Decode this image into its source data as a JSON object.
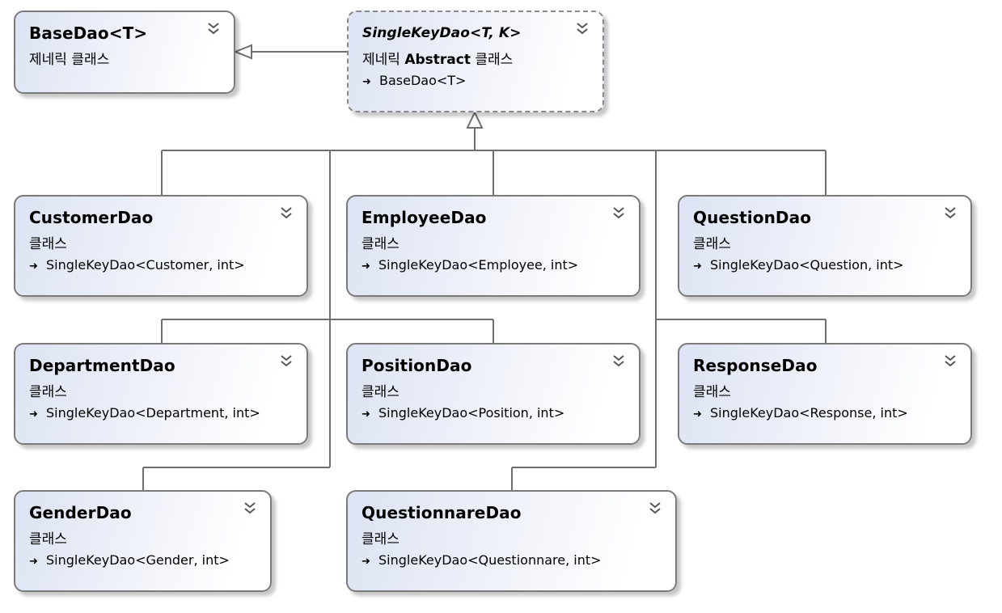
{
  "diagram": {
    "arrow_glyph": "➜",
    "nodes": [
      {
        "id": "basedao",
        "title": "BaseDao<T>",
        "kind": "제네릭 클래스",
        "base": ""
      },
      {
        "id": "singlekeydao",
        "title": "SingleKeyDao<T, K>",
        "kind_prefix": "제네릭",
        "kind_bold": "Abstract",
        "kind_suffix": "클래스",
        "base": "BaseDao<T>"
      },
      {
        "id": "customerdao",
        "title": "CustomerDao",
        "kind": "클래스",
        "base": "SingleKeyDao<Customer, int>"
      },
      {
        "id": "employeedao",
        "title": "EmployeeDao",
        "kind": "클래스",
        "base": "SingleKeyDao<Employee, int>"
      },
      {
        "id": "questiondao",
        "title": "QuestionDao",
        "kind": "클래스",
        "base": "SingleKeyDao<Question, int>"
      },
      {
        "id": "departmentdao",
        "title": "DepartmentDao",
        "kind": "클래스",
        "base": "SingleKeyDao<Department, int>"
      },
      {
        "id": "positiondao",
        "title": "PositionDao",
        "kind": "클래스",
        "base": "SingleKeyDao<Position, int>"
      },
      {
        "id": "responsedao",
        "title": "ResponseDao",
        "kind": "클래스",
        "base": "SingleKeyDao<Response, int>"
      },
      {
        "id": "genderdao",
        "title": "GenderDao",
        "kind": "클래스",
        "base": "SingleKeyDao<Gender, int>"
      },
      {
        "id": "questionnairedao",
        "title": "QuestionnareDao",
        "kind": "클래스",
        "base": "SingleKeyDao<Questionnare, int>"
      }
    ],
    "edges": [
      {
        "from": "singlekeydao",
        "to": "basedao",
        "type": "inheritance"
      },
      {
        "from": "customerdao",
        "to": "singlekeydao",
        "type": "inheritance"
      },
      {
        "from": "employeedao",
        "to": "singlekeydao",
        "type": "inheritance"
      },
      {
        "from": "questiondao",
        "to": "singlekeydao",
        "type": "inheritance"
      },
      {
        "from": "departmentdao",
        "to": "singlekeydao",
        "type": "inheritance"
      },
      {
        "from": "positiondao",
        "to": "singlekeydao",
        "type": "inheritance"
      },
      {
        "from": "responsedao",
        "to": "singlekeydao",
        "type": "inheritance"
      },
      {
        "from": "genderdao",
        "to": "singlekeydao",
        "type": "inheritance"
      },
      {
        "from": "questionnairedao",
        "to": "singlekeydao",
        "type": "inheritance"
      }
    ]
  }
}
